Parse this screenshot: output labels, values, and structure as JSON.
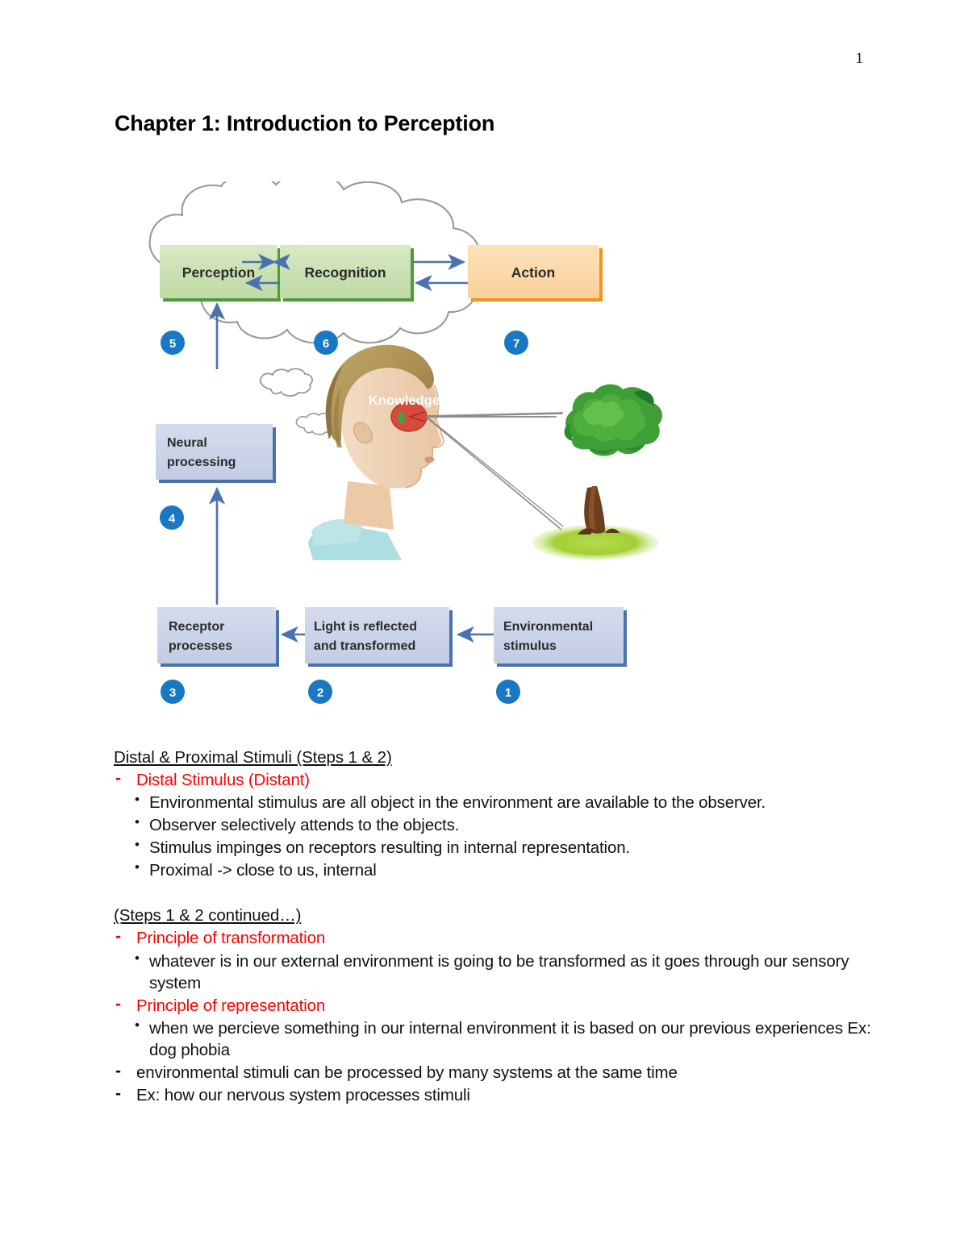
{
  "page": {
    "number": "1",
    "title": "Chapter 1: Introduction to Perception"
  },
  "figure": {
    "name": "perception-process-diagram",
    "knowledge_label": "Knowledge",
    "colors": {
      "green_box_fill": "#cbe0b4",
      "green_box_edge": "#4e9b3a",
      "orange_box_fill": "#fbd9a5",
      "orange_box_edge": "#f0941f",
      "blue_box_fill": "#c9d2e8",
      "blue_box_edge": "#4a72ae",
      "arrow": "#4a72ae",
      "circle": "#1878c4",
      "cloud_outline": "#9a9a92",
      "tree_canopy": "#3f9e35",
      "tree_canopy_dark": "#1f7a2a",
      "tree_trunk": "#7a4a22",
      "grass": "#a7d13c",
      "ray": "#8d8d8d",
      "skin": "#f5ddc6",
      "hair": "#a98d52",
      "shirt": "#a9dce0"
    },
    "boxes": [
      {
        "id": "perception",
        "label": "Perception",
        "step": "5",
        "kind": "green"
      },
      {
        "id": "recognition",
        "label": "Recognition",
        "step": "6",
        "kind": "green"
      },
      {
        "id": "action",
        "label": "Action",
        "step": "7",
        "kind": "orange"
      },
      {
        "id": "neural-processing",
        "label_line1": "Neural",
        "label_line2": "processing",
        "step": "4",
        "kind": "blue"
      },
      {
        "id": "receptor-processes",
        "label_line1": "Receptor",
        "label_line2": "processes",
        "step": "3",
        "kind": "blue"
      },
      {
        "id": "light-reflected",
        "label_line1": "Light is reflected",
        "label_line2": "and transformed",
        "step": "2",
        "kind": "blue"
      },
      {
        "id": "environmental-stimulus",
        "label_line1": "Environmental",
        "label_line2": "stimulus",
        "step": "1",
        "kind": "blue"
      }
    ]
  },
  "notes": {
    "section1": {
      "heading": "Distal & Proximal Stimuli (Steps 1 & 2)",
      "dash1": "Distal Stimulus (Distant)",
      "bullets": [
        "Environmental stimulus are all object in the environment are available to the observer.",
        "Observer selectively attends to the objects.",
        "Stimulus impinges on receptors resulting in internal representation.",
        "Proximal -> close to us, internal"
      ]
    },
    "section2": {
      "heading": "(Steps 1 & 2 continued…)",
      "dash1": "Principle of transformation",
      "bullet1": "whatever is in our external environment is going to be transformed as it goes through our sensory system",
      "dash2": "Principle of representation",
      "bullet2": "when we percieve something in our internal environment it is based on our previous experiences Ex: dog phobia",
      "dash3": "environmental stimuli can be processed by many systems at the same time",
      "dash4": "Ex: how our nervous system processes stimuli"
    }
  }
}
